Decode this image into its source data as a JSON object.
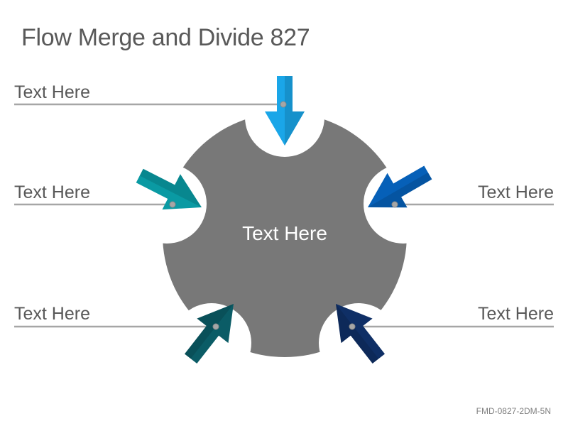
{
  "title": "Flow Merge and Divide 827",
  "center_label": "Text Here",
  "labels": {
    "top_left": "Text Here",
    "middle_left": "Text Here",
    "bottom_left": "Text Here",
    "middle_right": "Text Here",
    "bottom_right": "Text Here"
  },
  "footer_code": "FMD-0827-2DM-5N",
  "colors": {
    "hub": "#787878",
    "connector": "#a6a6a6",
    "arrow_top": "#1aa6e8",
    "arrow_middle_left": "#0a9aa3",
    "arrow_middle_right": "#0660b8",
    "arrow_bottom_left": "#0b5c66",
    "arrow_bottom_right": "#0f2f66"
  }
}
